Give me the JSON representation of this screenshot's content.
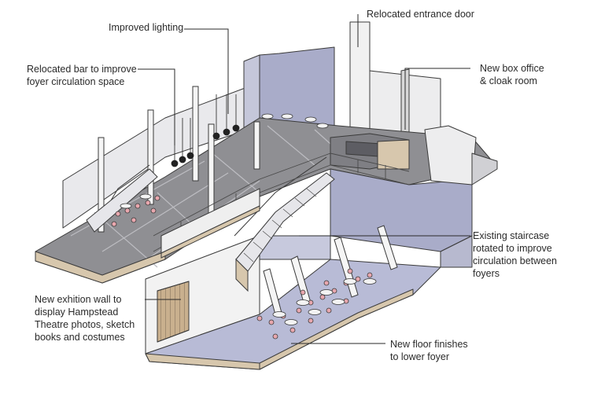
{
  "annotations": {
    "improved_lighting": [
      "Improved lighting"
    ],
    "relocated_entrance": [
      "Relocated entrance door"
    ],
    "relocated_bar": [
      "Relocated bar to improve",
      "foyer circulation space"
    ],
    "box_office": [
      "New box office",
      "& cloak room"
    ],
    "staircase": [
      "Existing staircase",
      "rotated to improve",
      "circulation between",
      "foyers"
    ],
    "exhibition_wall": [
      "New exhition wall to",
      "display Hampstead",
      "Theatre photos, sketch",
      "books and costumes"
    ],
    "floor_finishes": [
      "New floor finishes",
      "to lower foyer"
    ]
  },
  "colors": {
    "floor_grey": "#8f8f93",
    "wall_blue": "#a9acc9",
    "lower_floor": "#b8bbd6",
    "wood": "#d7c7ad",
    "chair_pink": "#e8a7ae",
    "line": "#3a3a3a"
  }
}
